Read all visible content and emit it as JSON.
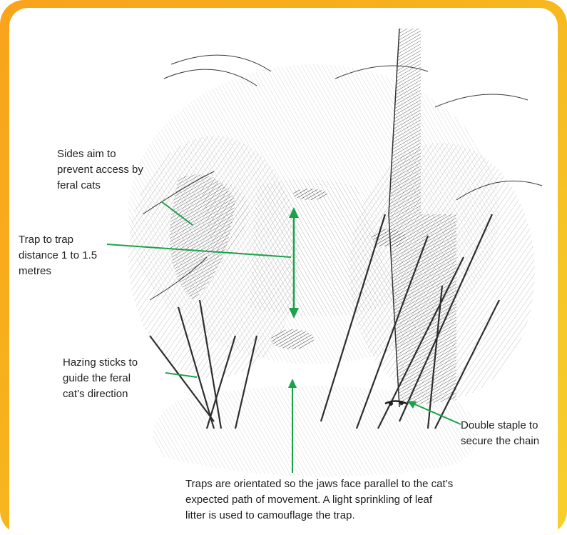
{
  "colors": {
    "frame_start": "#f9a31b",
    "frame_end": "#f7d02c",
    "annotation": "#1aa34a",
    "pencil": "#3a3a3a"
  },
  "labels": {
    "sides": "Sides aim to\nprevent access by\nferal cats",
    "trap_distance": "Trap to trap\ndistance 1 to 1.5\nmetres",
    "hazing": "Hazing sticks to\nguide the feral\ncat’s direction",
    "staple": "Double staple to\nsecure the chain",
    "traps": "Traps are orientated so the jaws face parallel to the cat’s\nexpected path of movement. A light sprinkling of leaf\nlitter is used to camouflage the trap."
  }
}
